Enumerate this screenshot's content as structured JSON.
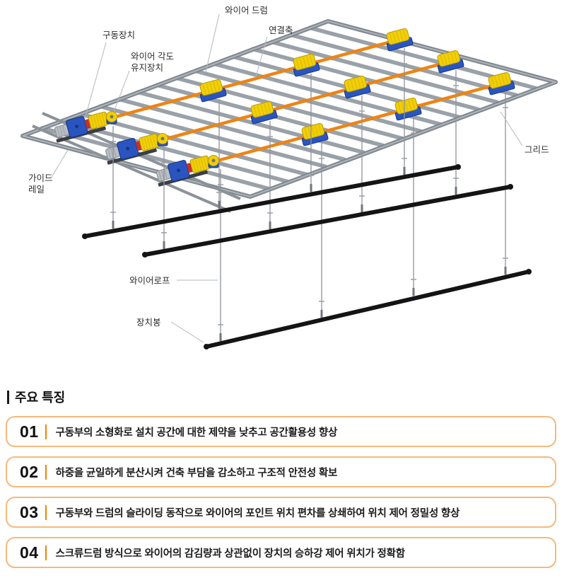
{
  "diagram": {
    "labels": {
      "wire_drum": "와이어 드럼",
      "connect_shaft": "연결축",
      "drive_unit": "구동장치",
      "wire_angle_line1": "와이어 각도",
      "wire_angle_line2": "유지장치",
      "guide_rail_line1": "가이드",
      "guide_rail_line2": "레일",
      "grid": "그리드",
      "wire_rope": "와이어로프",
      "batten": "장치봉"
    },
    "colors": {
      "shaft_orange": "#ee8412",
      "drum_yellow": "#f2cf05",
      "drive_blue": "#2a55c0",
      "coupling_red": "#c53030",
      "beam_gray": "#9aa1a8",
      "batten_black": "#141414",
      "feature_border": "#f6b87c",
      "feature_divider": "#f08300"
    }
  },
  "features": {
    "heading": "주요 특징",
    "items": [
      {
        "num": "01",
        "text": "구동부의 소형화로 설치 공간에 대한 제약을 낮추고 공간활용성 향상"
      },
      {
        "num": "02",
        "text": "하중을 균일하게 분산시켜 건축 부담을 감소하고 구조적 안전성 확보"
      },
      {
        "num": "03",
        "text": "구동부와 드럼의 슬라이딩 동작으로 와이어의 포인트 위치 편차를 상쇄하여 위치 제어 정밀성 향상"
      },
      {
        "num": "04",
        "text": "스크류드럼 방식으로 와이어의 감김량과 상관없이 장치의 승하강 제어 위치가 정확함"
      }
    ]
  }
}
